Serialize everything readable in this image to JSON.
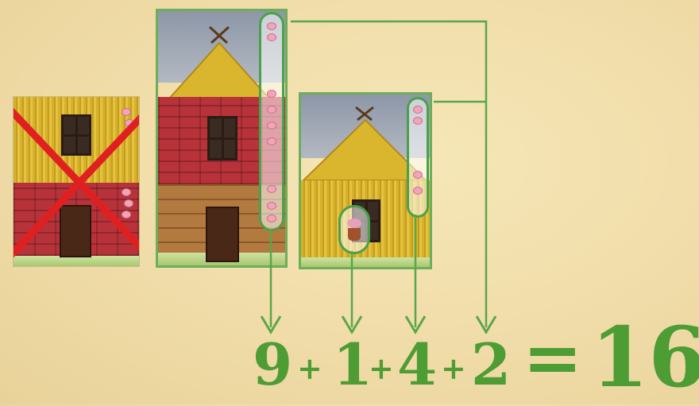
{
  "equation": {
    "terms": [
      "9",
      "1",
      "4",
      "2"
    ],
    "operator": "+",
    "equals": "=",
    "result": "16"
  },
  "colors": {
    "accent_green": "#4e9c34",
    "cross_red": "#e02020",
    "background": "#f0dca8"
  },
  "icons": {
    "rejected_card_mark": "red-x-icon",
    "pig_symbol": "pig-icon",
    "flower_pot": "flower-pot-icon",
    "arrow": "arrow-down-icon"
  }
}
